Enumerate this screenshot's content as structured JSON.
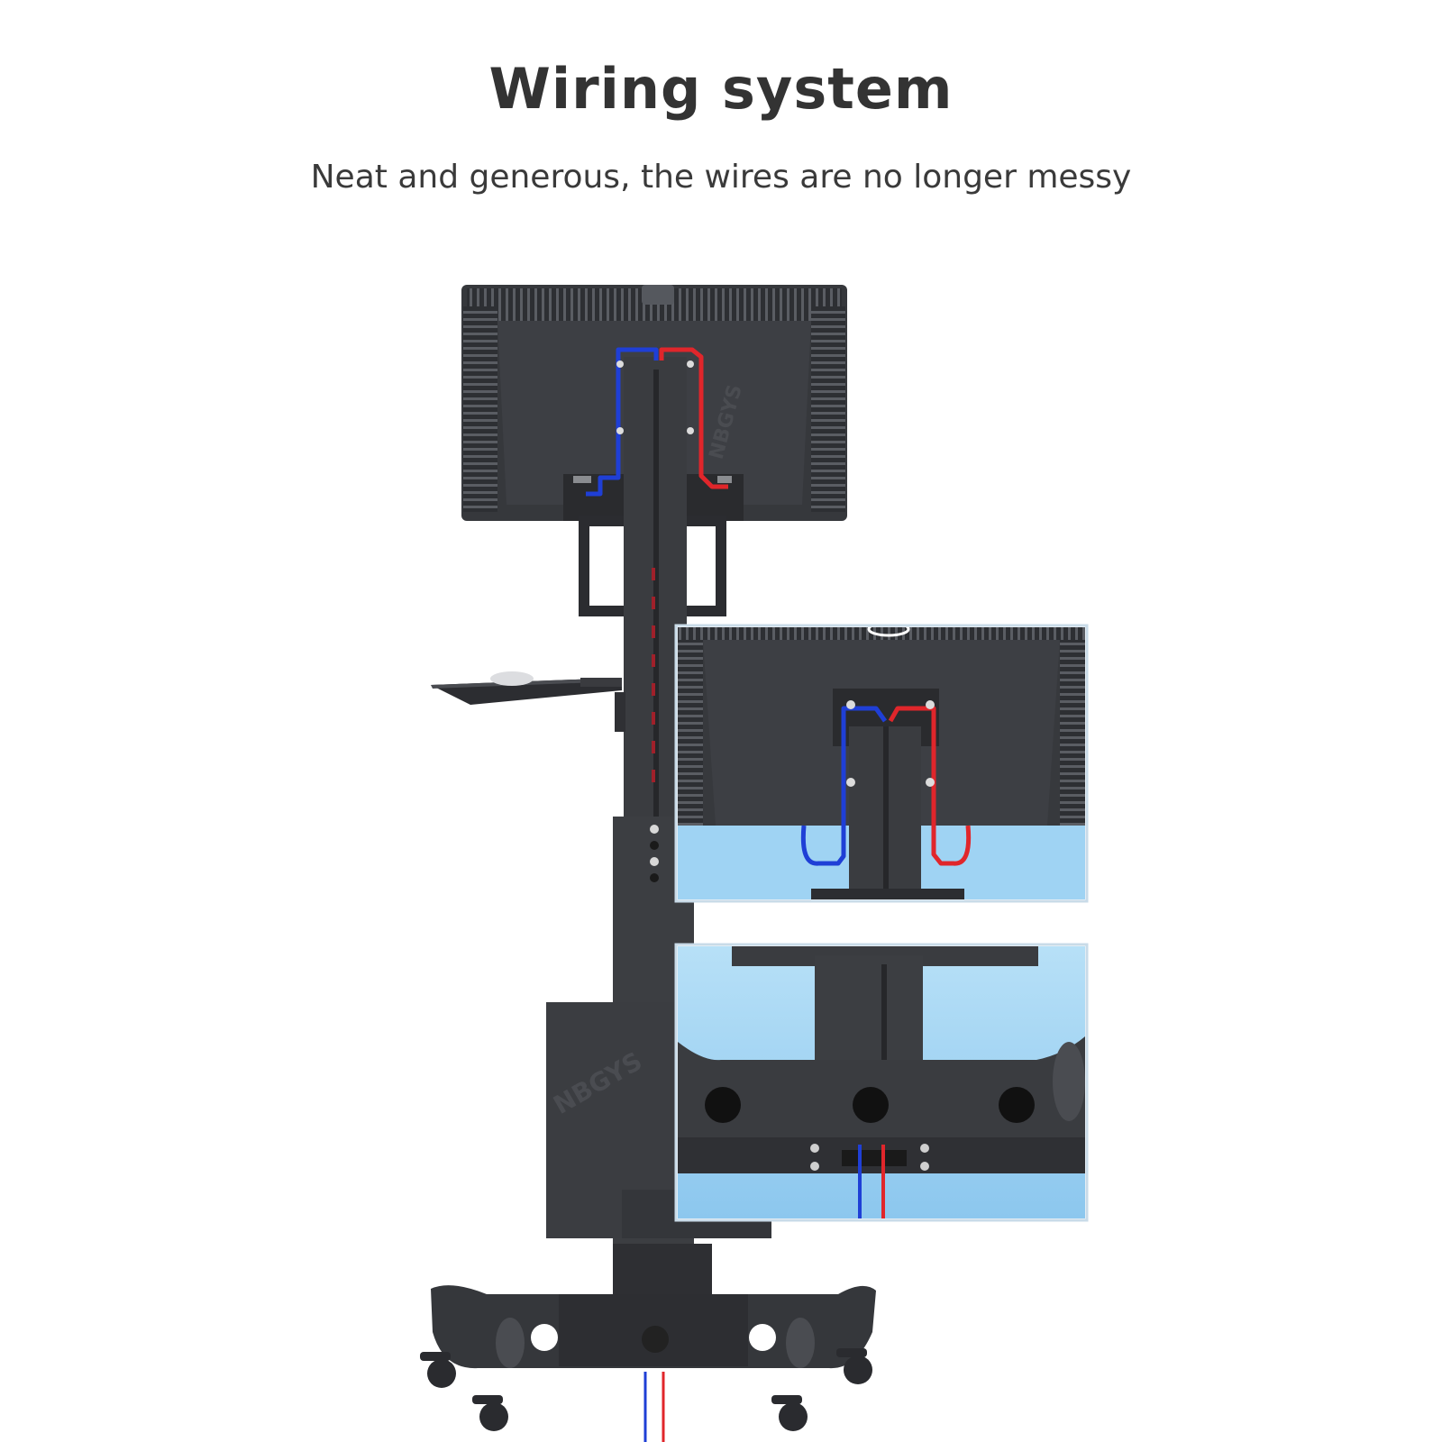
{
  "heading": {
    "title": "Wiring system",
    "subtitle": "Neat and generous, the wires are no longer messy"
  },
  "product": {
    "watermark": "NBGYS",
    "colors": {
      "frame": "#3a3c40",
      "frame_dark": "#2a2b2e",
      "cable_blue": "#1f3fd6",
      "cable_red": "#e0262b",
      "inset_bg": "#9fd3f3"
    }
  }
}
